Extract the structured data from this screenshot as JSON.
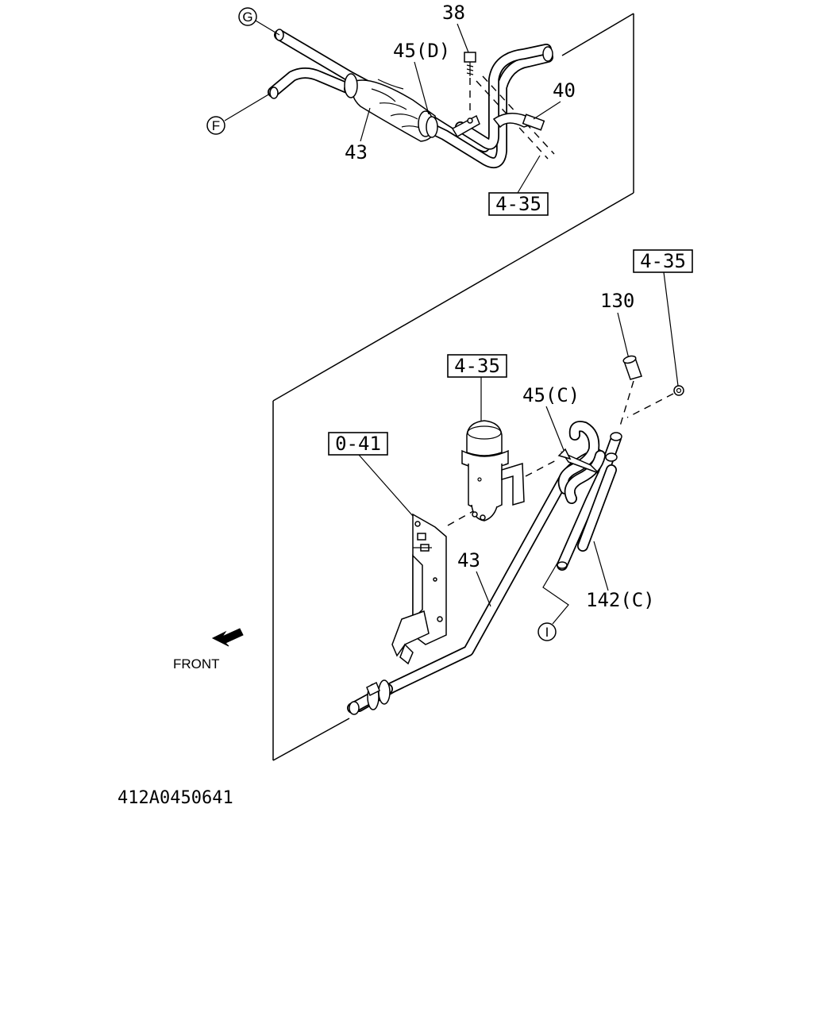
{
  "diagram": {
    "callouts": {
      "g": "G",
      "f": "F",
      "i": "I",
      "p38": "38",
      "p45d": "45(D)",
      "p40": "40",
      "p43_top": "43",
      "ref_top": "4-35",
      "ref_right": "4-35",
      "p130": "130",
      "ref_mid": "4-35",
      "p45c": "45(C)",
      "ref_041": "0-41",
      "p43_bottom": "43",
      "p142c": "142(C)"
    },
    "front_label": "FRONT",
    "drawing_number": "412A0450641"
  }
}
